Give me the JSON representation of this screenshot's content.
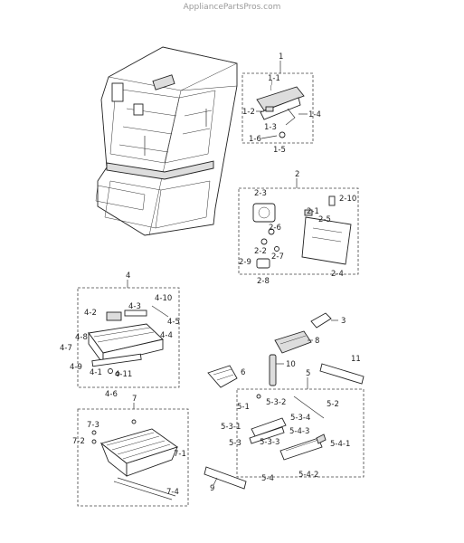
{
  "watermark": "AppliancePartsPros.com",
  "groups": {
    "g1": {
      "label": "1",
      "parts": [
        "1-1",
        "1-2",
        "1-3",
        "1-4",
        "1-6",
        "1-5"
      ]
    },
    "g2": {
      "label": "2",
      "parts": [
        "2-3",
        "2-1",
        "2-10",
        "2-6",
        "2-5",
        "2-2",
        "2-7",
        "2-9",
        "2-8",
        "2-4"
      ]
    },
    "g4": {
      "label": "4",
      "parts": [
        "4-10",
        "4-3",
        "4-2",
        "4-5",
        "4-8",
        "4-4",
        "4-7",
        "4-9",
        "4-1",
        "4-11",
        "4-6"
      ]
    },
    "g5": {
      "label": "5",
      "parts": [
        "5-1",
        "5-3-2",
        "5-2",
        "5-3-4",
        "5-3-1",
        "5-4-3",
        "5-3",
        "5-3-3",
        "5-4-1",
        "5-4",
        "5-4-2"
      ]
    },
    "g7": {
      "label": "7",
      "parts": [
        "7-3",
        "7-2",
        "7-1",
        "7-4"
      ]
    }
  },
  "standalone": {
    "p3": "3",
    "p6": "6",
    "p8": "8",
    "p9": "9",
    "p10": "10",
    "p11": "11"
  }
}
